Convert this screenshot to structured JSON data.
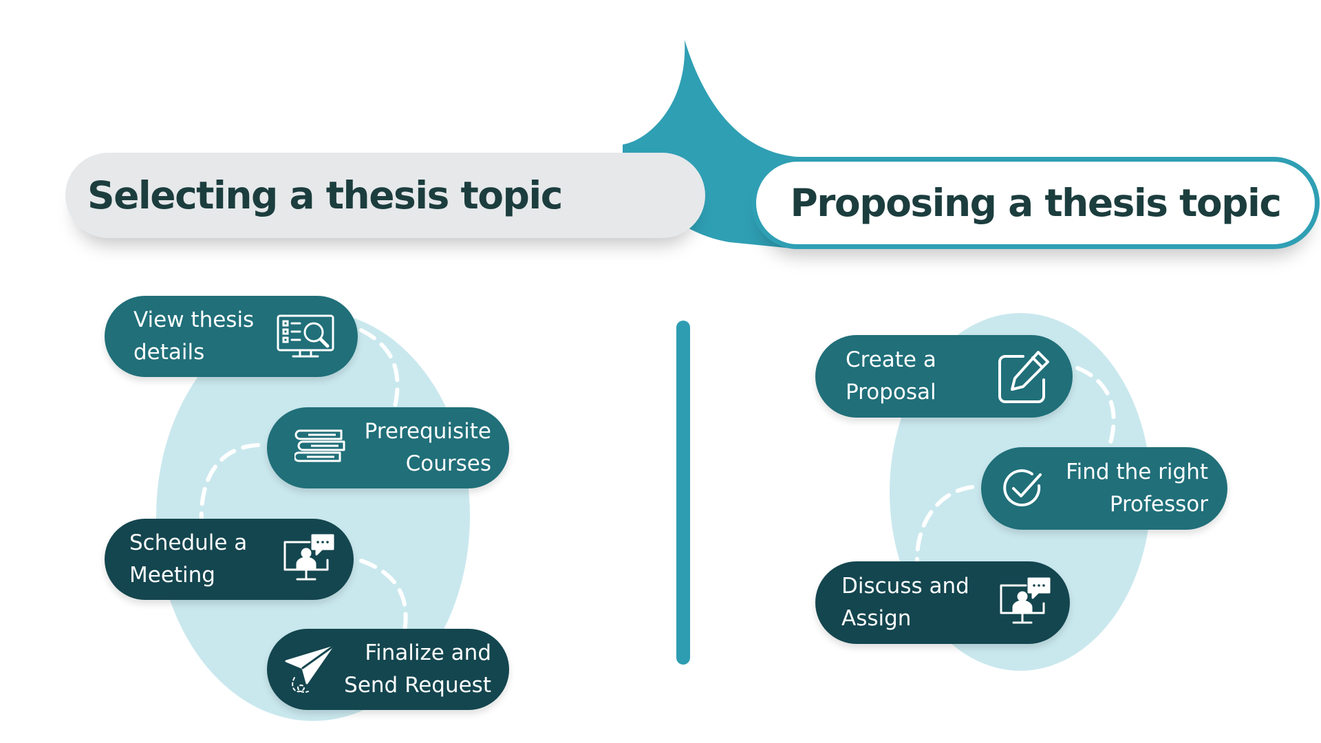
{
  "colors": {
    "teal_accent": "#2f9fb4",
    "pill_teal": "#206f79",
    "pill_dark": "#14464f",
    "blob_light": "#c9e8ee",
    "heading_text": "#1c3d3e",
    "header_left_bg": "#e6e8ea"
  },
  "left_section": {
    "title": "Selecting a thesis topic",
    "steps": [
      {
        "label": "View thesis\ndetails",
        "icon": "monitor-search-icon"
      },
      {
        "label": "Prerequisite\nCourses",
        "icon": "books-icon"
      },
      {
        "label": "Schedule a\nMeeting",
        "icon": "video-meeting-icon"
      },
      {
        "label": "Finalize and\nSend Request",
        "icon": "paper-plane-icon"
      }
    ]
  },
  "right_section": {
    "title": "Proposing a thesis topic",
    "steps": [
      {
        "label": "Create a\nProposal",
        "icon": "edit-square-icon"
      },
      {
        "label": "Find the right\nProfessor",
        "icon": "check-circle-icon"
      },
      {
        "label": "Discuss and\nAssign",
        "icon": "video-meeting-icon"
      }
    ]
  }
}
